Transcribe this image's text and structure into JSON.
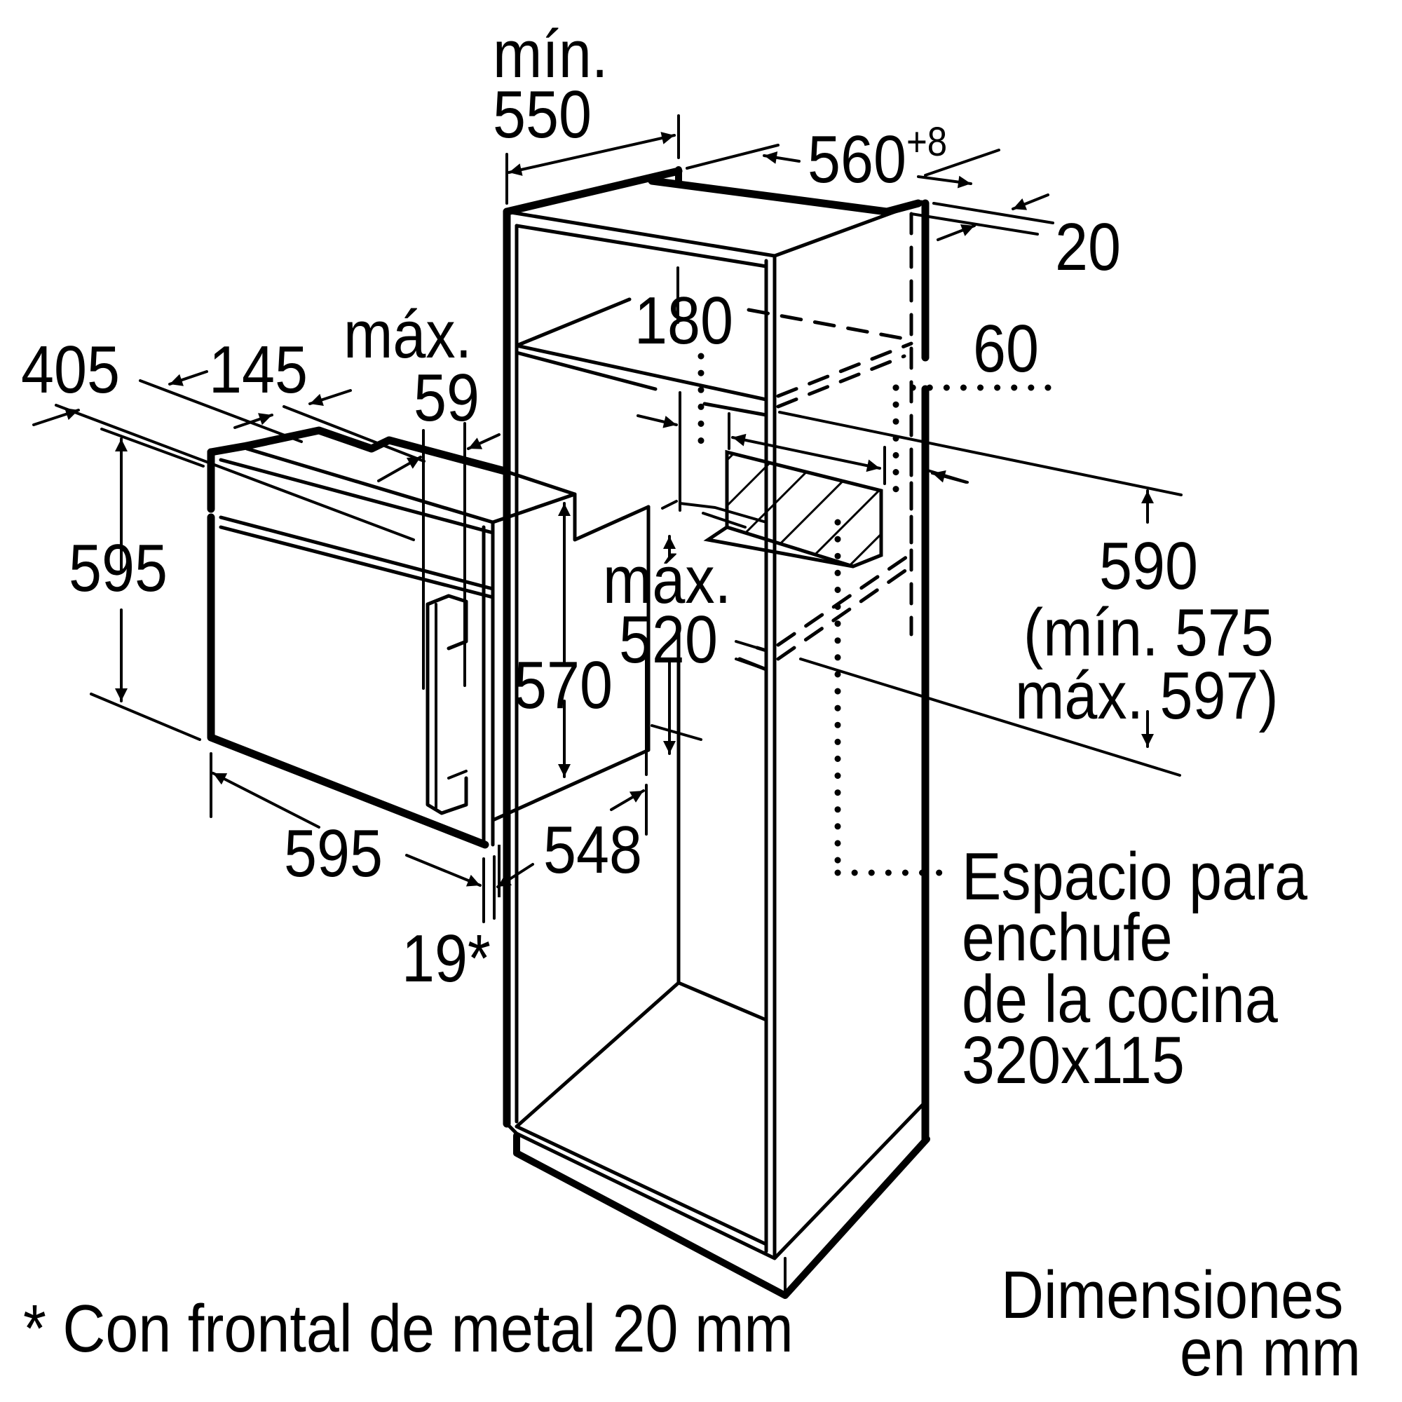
{
  "title": "Oven built-in dimensions (tall cabinet installation)",
  "labels": {
    "min_550_line1": "mín.",
    "min_550_line2": "550",
    "dim_560": "560",
    "dim_560_tol": "+8",
    "dim_20": "20",
    "dim_180": "180",
    "dim_60": "60",
    "dim_405": "405",
    "dim_145": "145",
    "max_59_line1": "máx.",
    "max_59_line2": "59",
    "dim_595_height": "595",
    "dim_570": "570",
    "max_520_line1": "máx.",
    "max_520_line2": "520",
    "dim_590": "590",
    "dim_590_min": "(mín. 575",
    "dim_590_max": "máx. 597)",
    "dim_595_width": "595",
    "dim_548": "548",
    "dim_19": "19*",
    "socket_line1": "Espacio para",
    "socket_line2": "enchufe",
    "socket_line3": "de la cocina",
    "socket_line4": "320x115",
    "footnote": "* Con frontal de metal 20 mm",
    "units_line1": "Dimensiones",
    "units_line2": "en mm"
  },
  "colors": {
    "ink": "#000000",
    "background": "#ffffff"
  }
}
